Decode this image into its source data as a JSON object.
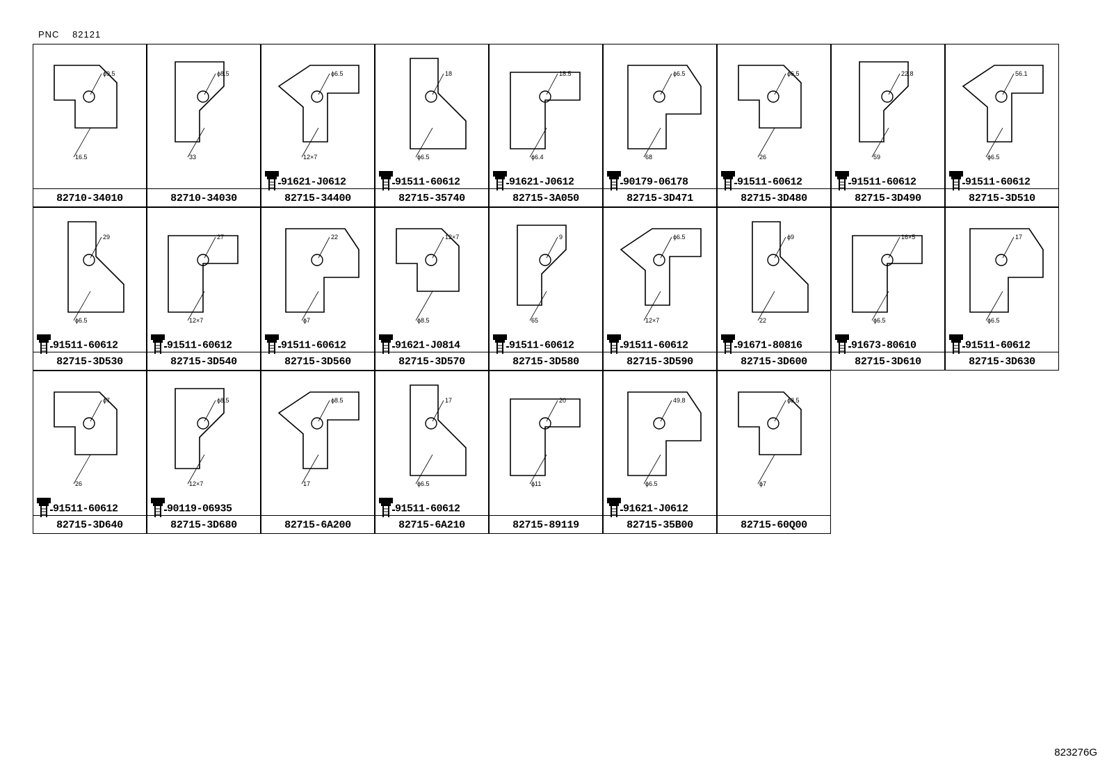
{
  "header": {
    "pnc_label": "PNC",
    "pnc_value": "82121"
  },
  "footer": {
    "code": "823276G"
  },
  "cells": [
    {
      "part": "82710-34010",
      "bolt": "",
      "dims": [
        "ϕ9.5",
        "16.5"
      ]
    },
    {
      "part": "82710-34030",
      "bolt": "",
      "dims": [
        "ϕ8.5",
        "33"
      ]
    },
    {
      "part": "82715-34400",
      "bolt": "91621-J0612",
      "dims": [
        "ϕ6.5",
        "12×7"
      ]
    },
    {
      "part": "82715-35740",
      "bolt": "91511-60612",
      "dims": [
        "18",
        "ϕ6.5"
      ]
    },
    {
      "part": "82715-3A050",
      "bolt": "91621-J0612",
      "dims": [
        "18.5",
        "ϕ6.4"
      ]
    },
    {
      "part": "82715-3D471",
      "bolt": "90179-06178",
      "dims": [
        "ϕ6.5",
        "68"
      ]
    },
    {
      "part": "82715-3D480",
      "bolt": "91511-60612",
      "dims": [
        "ϕ6.5",
        "26"
      ]
    },
    {
      "part": "82715-3D490",
      "bolt": "91511-60612",
      "dims": [
        "22.8",
        "59"
      ]
    },
    {
      "part": "82715-3D510",
      "bolt": "91511-60612",
      "dims": [
        "56.1",
        "ϕ6.5"
      ]
    },
    {
      "part": "82715-3D530",
      "bolt": "91511-60612",
      "dims": [
        "29",
        "ϕ6.5"
      ]
    },
    {
      "part": "82715-3D540",
      "bolt": "91511-60612",
      "dims": [
        "27",
        "12×7"
      ]
    },
    {
      "part": "82715-3D560",
      "bolt": "91511-60612",
      "dims": [
        "22",
        "ϕ7"
      ]
    },
    {
      "part": "82715-3D570",
      "bolt": "91621-J0814",
      "dims": [
        "12×7",
        "ϕ8.5"
      ]
    },
    {
      "part": "82715-3D580",
      "bolt": "91511-60612",
      "dims": [
        "9",
        "65"
      ]
    },
    {
      "part": "82715-3D590",
      "bolt": "91511-60612",
      "dims": [
        "ϕ6.5",
        "12×7"
      ]
    },
    {
      "part": "82715-3D600",
      "bolt": "91671-80816",
      "dims": [
        "ϕ9",
        "22"
      ]
    },
    {
      "part": "82715-3D610",
      "bolt": "91673-80610",
      "dims": [
        "16×5",
        "ϕ6.5"
      ]
    },
    {
      "part": "82715-3D630",
      "bolt": "91511-60612",
      "dims": [
        "17",
        "ϕ6.5"
      ]
    },
    {
      "part": "82715-3D640",
      "bolt": "91511-60612",
      "dims": [
        "ϕ7",
        "26"
      ]
    },
    {
      "part": "82715-3D680",
      "bolt": "90119-06935",
      "dims": [
        "ϕ8.5",
        "12×7"
      ]
    },
    {
      "part": "82715-6A200",
      "bolt": "",
      "dims": [
        "ϕ8.5",
        "17"
      ]
    },
    {
      "part": "82715-6A210",
      "bolt": "91511-60612",
      "dims": [
        "17",
        "ϕ6.5"
      ]
    },
    {
      "part": "82715-89119",
      "bolt": "",
      "dims": [
        "20",
        "ϕ11"
      ]
    },
    {
      "part": "82715-35B00",
      "bolt": "91621-J0612",
      "dims": [
        "49.8",
        "ϕ6.5"
      ]
    },
    {
      "part": "82715-60Q00",
      "bolt": "",
      "dims": [
        "ϕ8.5",
        "ϕ7"
      ]
    }
  ]
}
